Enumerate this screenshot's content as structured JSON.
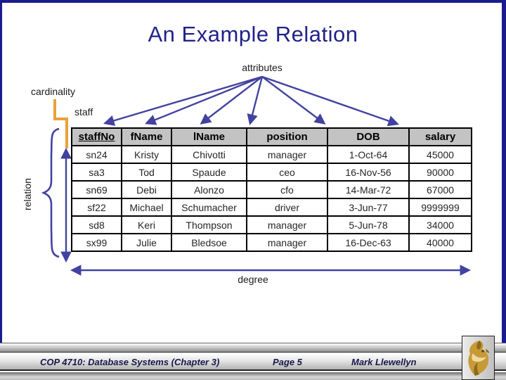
{
  "title": "An Example Relation",
  "labels": {
    "attributes": "attributes",
    "cardinality": "cardinality",
    "staff": "staff",
    "relation": "relation",
    "degree": "degree"
  },
  "table": {
    "headers": [
      "staffNo",
      "fName",
      "lName",
      "position",
      "DOB",
      "salary"
    ],
    "key_column": "staffNo",
    "rows": [
      [
        "sn24",
        "Kristy",
        "Chivotti",
        "manager",
        "1-Oct-64",
        "45000"
      ],
      [
        "sa3",
        "Tod",
        "Spaude",
        "ceo",
        "16-Nov-56",
        "90000"
      ],
      [
        "sn69",
        "Debi",
        "Alonzo",
        "cfo",
        "14-Mar-72",
        "67000"
      ],
      [
        "sf22",
        "Michael",
        "Schumacher",
        "driver",
        "3-Jun-77",
        "9999999"
      ],
      [
        "sd8",
        "Keri",
        "Thompson",
        "manager",
        "5-Jun-78",
        "34000"
      ],
      [
        "sx99",
        "Julie",
        "Bledsoe",
        "manager",
        "16-Dec-63",
        "40000"
      ]
    ]
  },
  "footer": {
    "course": "COP 4710: Database Systems  (Chapter 3)",
    "page": "Page 5",
    "author": "Mark Llewellyn",
    "logo_icon": "ucf-pegasus-logo"
  },
  "colors": {
    "title_text": "#22228a",
    "arrow_blue": "#4242a0",
    "bracket_orange": "#e9a13b",
    "header_fill": "#c3c3c3",
    "frame_navy": "#1b1b8e",
    "footer_text": "#17174a",
    "logo_gold": "#c79a36"
  }
}
